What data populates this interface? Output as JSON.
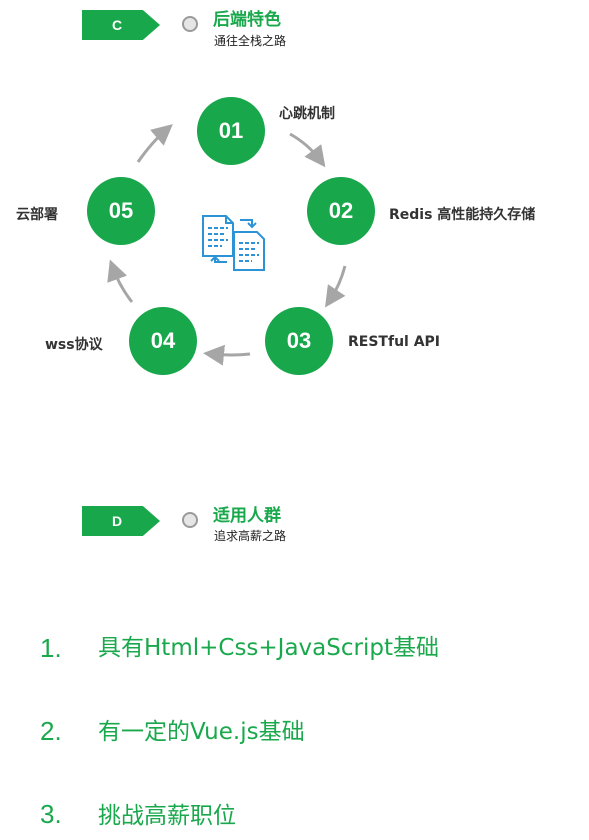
{
  "section_c": {
    "tag": "C",
    "title": "后端特色",
    "subtitle": "通往全栈之路"
  },
  "cycle": [
    {
      "num": "01",
      "label": "心跳机制"
    },
    {
      "num": "02",
      "label": "Redis 高性能持久存储"
    },
    {
      "num": "03",
      "label": "RESTful API"
    },
    {
      "num": "04",
      "label": "wss协议"
    },
    {
      "num": "05",
      "label": "云部署"
    }
  ],
  "center_icon": "code-file-transfer-icon",
  "section_d": {
    "tag": "D",
    "title": "适用人群",
    "subtitle": "追求高薪之路"
  },
  "audience": [
    {
      "num": "1.",
      "text": "具有Html+Css+JavaScript基础"
    },
    {
      "num": "2.",
      "text": "有一定的Vue.js基础"
    },
    {
      "num": "3.",
      "text": "挑战高薪职位"
    }
  ],
  "colors": {
    "accent": "#18a74b",
    "arrow": "#a6a6a6",
    "icon": "#2b93d6"
  }
}
